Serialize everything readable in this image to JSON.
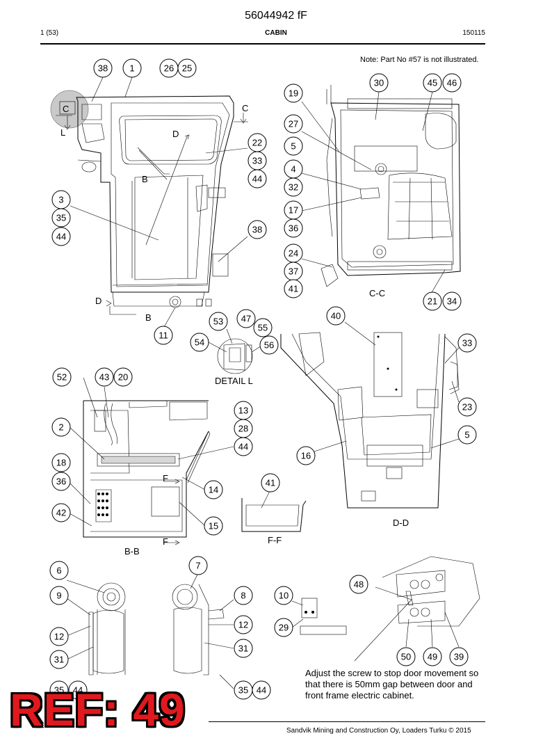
{
  "header": {
    "doc_number": "56044942 fF",
    "page": "1 (53)",
    "section": "CABIN",
    "date_code": "150115"
  },
  "note": "Note: Part No #57 is not illustrated.",
  "view_labels": {
    "cc": "C-C",
    "dd": "D-D",
    "bb": "B-B",
    "ff": "F-F",
    "detail_l": "DETAIL L"
  },
  "section_markers": {
    "c": "C",
    "l": "L",
    "d": "D",
    "b": "B",
    "f": "F"
  },
  "callouts": {
    "main": [
      "38",
      "1",
      "26",
      "25",
      "22",
      "33",
      "44",
      "3",
      "35",
      "44",
      "38",
      "11"
    ],
    "cc": [
      "30",
      "45",
      "46",
      "19",
      "27",
      "5",
      "4",
      "32",
      "17",
      "36",
      "24",
      "37",
      "41",
      "21",
      "34"
    ],
    "detail_l": [
      "53",
      "47",
      "55",
      "54",
      "56"
    ],
    "dd": [
      "40",
      "33",
      "23",
      "5",
      "16"
    ],
    "bb": [
      "52",
      "43",
      "20",
      "13",
      "28",
      "44",
      "2",
      "18",
      "36",
      "14",
      "42",
      "15"
    ],
    "ff": [
      "41"
    ],
    "bottom": [
      "6",
      "9",
      "12",
      "31",
      "35",
      "44",
      "7",
      "8",
      "12",
      "31",
      "35",
      "44",
      "10",
      "29",
      "48",
      "50",
      "49",
      "39"
    ]
  },
  "instruction": "Adjust the screw to stop door movement so that there is 50mm gap between door and front frame electric cabinet.",
  "ref_badge": "REF: 49",
  "footer": "Sandvik Mining and Construction Oy, Loaders Turku © 2015"
}
